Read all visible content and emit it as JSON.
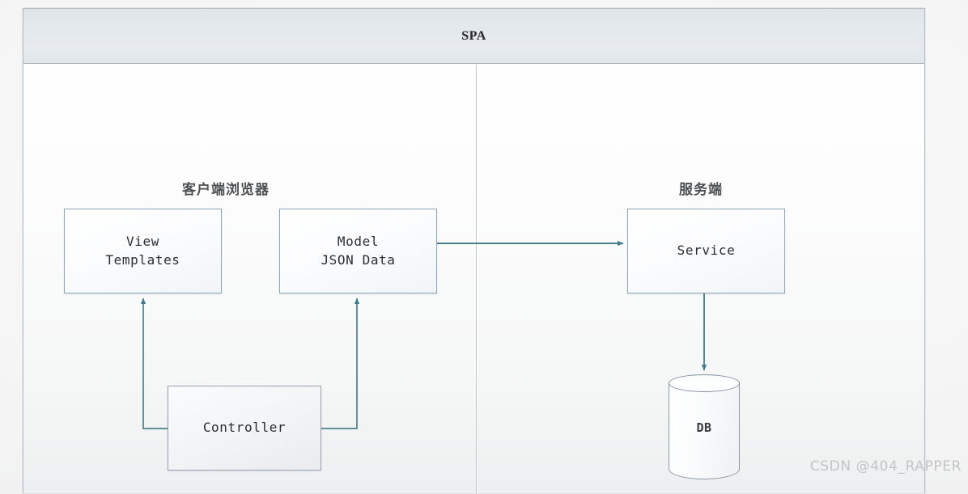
{
  "diagram": {
    "type": "architecture-block-diagram",
    "title": "SPA",
    "watermark": "CSDN @404_RAPPER",
    "lanes": [
      {
        "id": "client",
        "label": "客户端浏览器"
      },
      {
        "id": "server",
        "label": "服务端"
      }
    ],
    "nodes": [
      {
        "id": "view",
        "lane": "client",
        "shape": "rect",
        "line1": "View",
        "line2": "Templates"
      },
      {
        "id": "model",
        "lane": "client",
        "shape": "rect",
        "line1": "Model",
        "line2": "JSON Data"
      },
      {
        "id": "controller",
        "lane": "client",
        "shape": "rect",
        "line1": "Controller",
        "line2": ""
      },
      {
        "id": "service",
        "lane": "server",
        "shape": "rect",
        "line1": "Service",
        "line2": ""
      },
      {
        "id": "db",
        "lane": "server",
        "shape": "cylinder",
        "line1": "DB",
        "line2": ""
      }
    ],
    "edges": [
      {
        "from": "model",
        "to": "service",
        "style": "straight",
        "direction": "forward"
      },
      {
        "from": "controller",
        "to": "view",
        "style": "elbow",
        "direction": "forward"
      },
      {
        "from": "controller",
        "to": "model",
        "style": "elbow",
        "direction": "forward"
      },
      {
        "from": "service",
        "to": "db",
        "style": "straight",
        "direction": "forward"
      }
    ]
  },
  "colors": {
    "node_border": "#8ea7bd",
    "connector": "#4a7f8c",
    "header_band": "#e3e8ec",
    "lane_divider": "#c3c6c9",
    "frame_border": "#b9bec4",
    "watermark": "#c2c4c6"
  }
}
